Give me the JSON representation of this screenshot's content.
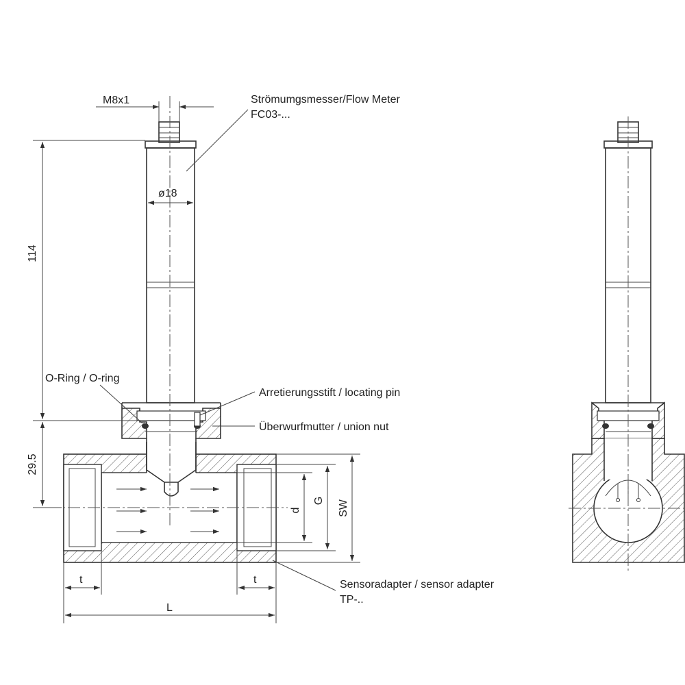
{
  "labels": {
    "flow_meter_line1": "Strömumgsmesser/Flow Meter",
    "flow_meter_line2": "FC03-...",
    "o_ring": "O-Ring / O-ring",
    "locating_pin": "Arretierungsstift / locating pin",
    "union_nut": "Überwurfmutter / union nut",
    "sensor_adapter_line1": "Sensoradapter / sensor adapter",
    "sensor_adapter_line2": "TP-.."
  },
  "dimensions": {
    "thread": "M8x1",
    "diameter": "ø18",
    "length_total": "114",
    "height_lower": "29.5",
    "d": "d",
    "g": "G",
    "sw": "SW",
    "t_left": "t",
    "t_right": "t",
    "l": "L"
  },
  "colors": {
    "line": "#333333",
    "background": "#ffffff"
  }
}
